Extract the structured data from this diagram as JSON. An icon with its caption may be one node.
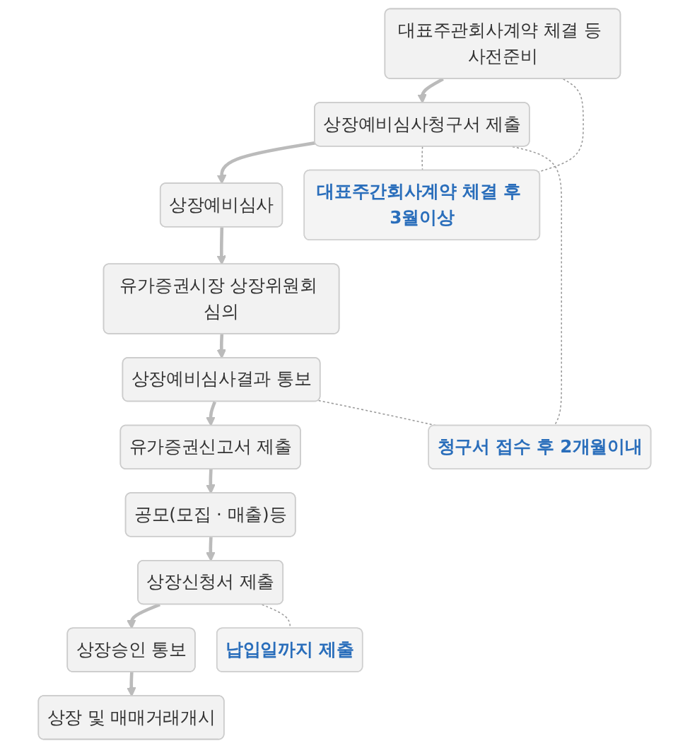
{
  "diagram": {
    "nodes": [
      {
        "text": [
          "대표주관회사계약 체결 등 사전준비"
        ]
      },
      {
        "text": [
          "상장예비심사청구서 제출"
        ]
      },
      {
        "text": [
          "상장예비심사"
        ]
      },
      {
        "text": [
          "유가증권시장 상장위원회 심의"
        ]
      },
      {
        "text": [
          "상장예비심사결과 통보"
        ]
      },
      {
        "text": [
          "유가증권신고서 제출"
        ]
      },
      {
        "text": [
          "공모(모집 · 매출)등"
        ]
      },
      {
        "text": [
          "상장신청서 제출"
        ]
      },
      {
        "text": [
          "상장승인 통보"
        ]
      },
      {
        "text": [
          "상장 및 매매거래개시"
        ]
      },
      {
        "text": [
          "대표주간회사계약 체결 후 3월이상"
        ]
      },
      {
        "text": [
          "청구서 접수 후 2개월이내"
        ]
      },
      {
        "text": [
          "납입일까지 제출"
        ]
      }
    ],
    "edges": [
      {
        "from": 0,
        "to": 1,
        "arrow": "to"
      },
      {
        "from": 1,
        "to": 2,
        "arrow": "to"
      },
      {
        "from": 2,
        "to": 3,
        "arrow": "to"
      },
      {
        "from": 3,
        "to": 4,
        "arrow": "to"
      },
      {
        "from": 4,
        "to": 5,
        "arrow": "to"
      },
      {
        "from": 5,
        "to": 6,
        "arrow": "to"
      },
      {
        "from": 6,
        "to": 7,
        "arrow": "to"
      },
      {
        "from": 7,
        "to": 8,
        "arrow": "to"
      },
      {
        "from": 8,
        "to": 9,
        "arrow": "to"
      },
      {
        "from": 0,
        "to": 10,
        "arrow": "none",
        "style": "dashed",
        "color": "#999999"
      },
      {
        "from": 1,
        "to": 10,
        "arrow": "none",
        "style": "dashed",
        "color": "#999999"
      },
      {
        "from": 1,
        "to": 11,
        "arrow": "none",
        "style": "dashed",
        "color": "#999999"
      },
      {
        "from": 4,
        "to": 11,
        "arrow": "none",
        "style": "dashed",
        "color": "#999999"
      },
      {
        "from": 7,
        "to": 12,
        "arrow": "none",
        "style": "dashed",
        "color": "#999999"
      }
    ]
  }
}
